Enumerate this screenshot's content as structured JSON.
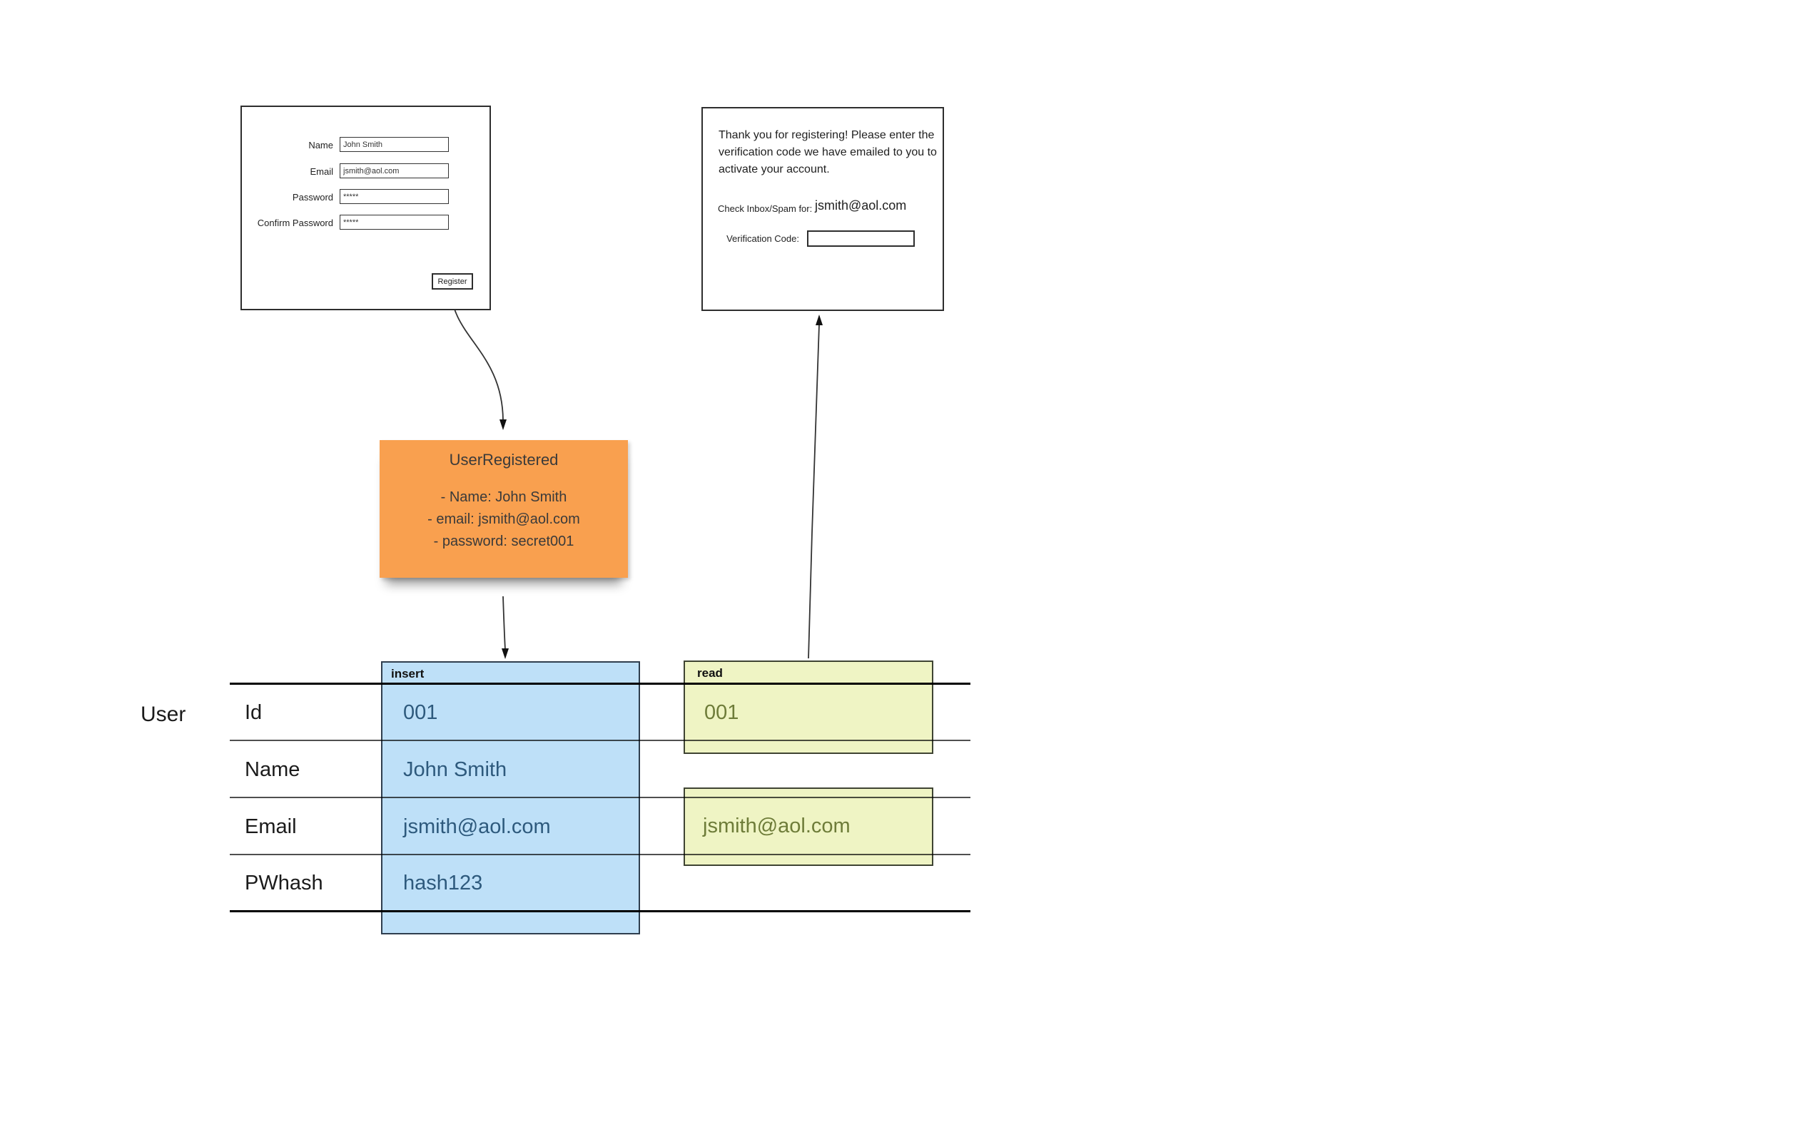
{
  "registration_form": {
    "fields": [
      {
        "label": "Name",
        "value": "John Smith"
      },
      {
        "label": "Email",
        "value": "jsmith@aol.com"
      },
      {
        "label": "Password",
        "value": "*****"
      },
      {
        "label": "Confirm Password",
        "value": "*****"
      }
    ],
    "submit_label": "Register"
  },
  "verification_panel": {
    "message": "Thank you for registering! Please enter the verification code we have emailed to you to activate your account.",
    "check_label": "Check Inbox/Spam for:",
    "email": "jsmith@aol.com",
    "code_label": "Verification Code:",
    "code_value": ""
  },
  "event_note": {
    "title": "UserRegistered",
    "lines": [
      "- Name: John Smith",
      "- email: jsmith@aol.com",
      "- password: secret001"
    ]
  },
  "table": {
    "entity": "User",
    "insert_label": "insert",
    "read_label": "read",
    "rows": [
      {
        "field": "Id",
        "insert": "001",
        "read": "001"
      },
      {
        "field": "Name",
        "insert": "John Smith",
        "read": ""
      },
      {
        "field": "Email",
        "insert": "jsmith@aol.com",
        "read": "jsmith@aol.com"
      },
      {
        "field": "PWhash",
        "insert": "hash123",
        "read": ""
      }
    ]
  },
  "colors": {
    "note_fill": "#f9a04f",
    "insert_fill": "#bee0f8",
    "read_fill": "#eff4c4",
    "insert_text": "#2e5a7d",
    "read_text": "#6e7c39"
  }
}
